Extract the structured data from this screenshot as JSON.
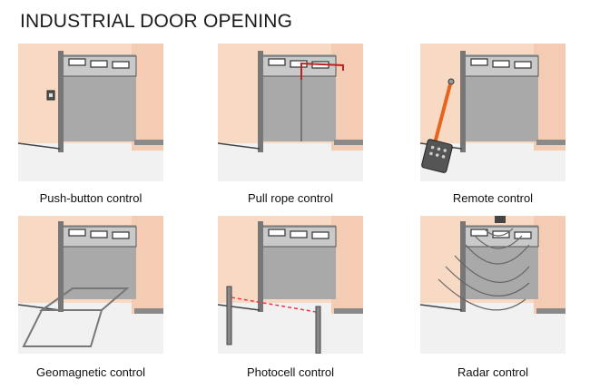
{
  "title": "INDUSTRIAL DOOR OPENING",
  "panels": [
    {
      "label": "Push-button control",
      "icon": "push-button-icon"
    },
    {
      "label": "Pull rope control",
      "icon": "pull-rope-icon"
    },
    {
      "label": "Remote control",
      "icon": "remote-control-icon"
    },
    {
      "label": "Geomagnetic control",
      "icon": "geomagnetic-loop-icon"
    },
    {
      "label": "Photocell control",
      "icon": "photocell-icon"
    },
    {
      "label": "Radar control",
      "icon": "radar-icon"
    }
  ],
  "colors": {
    "wall": "#f7d9c4",
    "door": "#a9a9a9",
    "floor": "#f1f1f1",
    "accent": "#e8631c"
  }
}
